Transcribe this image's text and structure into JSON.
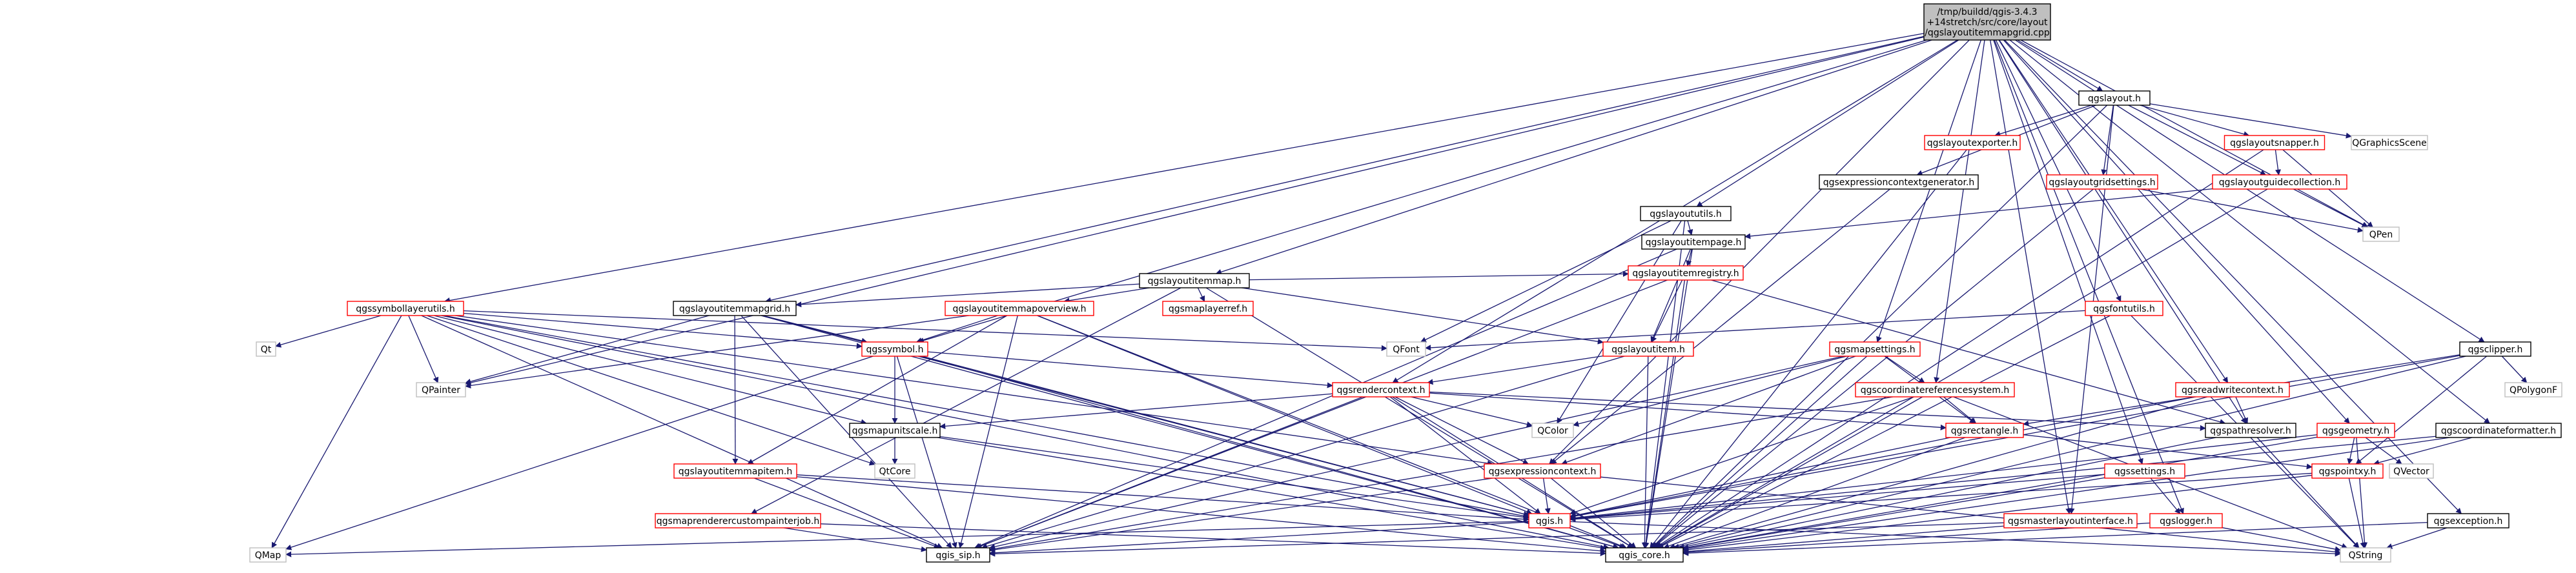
{
  "graph": {
    "nodes": [
      {
        "id": "root",
        "lines": [
          "/tmp/buildd/qgis-3.4.3",
          "+14stretch/src/core/layout",
          "/qgslayoutitemmapgrid.cpp"
        ],
        "kind": "root"
      },
      {
        "id": "qgslayout",
        "lines": [
          "qgslayout.h"
        ],
        "kind": "normal"
      },
      {
        "id": "layoututils",
        "lines": [
          "qgslayoututils.h"
        ],
        "kind": "normal"
      },
      {
        "id": "itemmap",
        "lines": [
          "qgslayoutitemmap.h"
        ],
        "kind": "normal"
      },
      {
        "id": "itemmapgrid",
        "lines": [
          "qgslayoutitemmapgrid.h"
        ],
        "kind": "normal"
      },
      {
        "id": "symbollayerutils",
        "lines": [
          "qgssymbollayerutils.h"
        ],
        "kind": "red"
      },
      {
        "id": "exporter",
        "lines": [
          "qgslayoutexporter.h"
        ],
        "kind": "red"
      },
      {
        "id": "snapper",
        "lines": [
          "qgslayoutsnapper.h"
        ],
        "kind": "red"
      },
      {
        "id": "graphicsscene",
        "lines": [
          "QGraphicsScene"
        ],
        "kind": "gray"
      },
      {
        "id": "exprgen",
        "lines": [
          "qgsexpressioncontextgenerator.h"
        ],
        "kind": "normal"
      },
      {
        "id": "gridsettings",
        "lines": [
          "qgslayoutgridsettings.h"
        ],
        "kind": "red"
      },
      {
        "id": "guidecoll",
        "lines": [
          "qgslayoutguidecollection.h"
        ],
        "kind": "red"
      },
      {
        "id": "qpen",
        "lines": [
          "QPen"
        ],
        "kind": "gray"
      },
      {
        "id": "itempage",
        "lines": [
          "qgslayoutitempage.h"
        ],
        "kind": "normal"
      },
      {
        "id": "itemregistry",
        "lines": [
          "qgslayoutitemregistry.h"
        ],
        "kind": "red"
      },
      {
        "id": "qfont",
        "lines": [
          "QFont"
        ],
        "kind": "gray"
      },
      {
        "id": "layoutitem",
        "lines": [
          "qgslayoutitem.h"
        ],
        "kind": "red"
      },
      {
        "id": "maplayerref",
        "lines": [
          "qgsmaplayerref.h"
        ],
        "kind": "red"
      },
      {
        "id": "overview",
        "lines": [
          "qgslayoutitemmapoverview.h"
        ],
        "kind": "red"
      },
      {
        "id": "fontutils",
        "lines": [
          "qgsfontutils.h"
        ],
        "kind": "red"
      },
      {
        "id": "qt",
        "lines": [
          "Qt"
        ],
        "kind": "gray"
      },
      {
        "id": "symbol",
        "lines": [
          "qgssymbol.h"
        ],
        "kind": "red"
      },
      {
        "id": "qpainter",
        "lines": [
          "QPainter"
        ],
        "kind": "gray"
      },
      {
        "id": "mapsettings",
        "lines": [
          "qgsmapsettings.h"
        ],
        "kind": "red"
      },
      {
        "id": "rendercontext",
        "lines": [
          "qgsrendercontext.h"
        ],
        "kind": "red"
      },
      {
        "id": "crs",
        "lines": [
          "qgscoordinatereferencesystem.h"
        ],
        "kind": "red"
      },
      {
        "id": "readwritectx",
        "lines": [
          "qgsreadwritecontext.h"
        ],
        "kind": "red"
      },
      {
        "id": "clipper",
        "lines": [
          "qgsclipper.h"
        ],
        "kind": "normal"
      },
      {
        "id": "qpolygonf",
        "lines": [
          "QPolygonF"
        ],
        "kind": "gray"
      },
      {
        "id": "qcolor",
        "lines": [
          "QColor"
        ],
        "kind": "gray"
      },
      {
        "id": "rectangle",
        "lines": [
          "qgsrectangle.h"
        ],
        "kind": "red"
      },
      {
        "id": "pathresolver",
        "lines": [
          "qgspathresolver.h"
        ],
        "kind": "normal"
      },
      {
        "id": "mapunitscale",
        "lines": [
          "qgsmapunitscale.h"
        ],
        "kind": "normal"
      },
      {
        "id": "coordformatter",
        "lines": [
          "qgscoordinateformatter.h"
        ],
        "kind": "normal"
      },
      {
        "id": "geometry",
        "lines": [
          "qgsgeometry.h"
        ],
        "kind": "red"
      },
      {
        "id": "qtcore",
        "lines": [
          "QtCore"
        ],
        "kind": "gray"
      },
      {
        "id": "mapitem",
        "lines": [
          "qgslayoutitemmapitem.h"
        ],
        "kind": "red"
      },
      {
        "id": "exprctx",
        "lines": [
          "qgsexpressioncontext.h"
        ],
        "kind": "red"
      },
      {
        "id": "settings",
        "lines": [
          "qgssettings.h"
        ],
        "kind": "red"
      },
      {
        "id": "pointxy",
        "lines": [
          "qgspointxy.h"
        ],
        "kind": "red"
      },
      {
        "id": "qvector",
        "lines": [
          "QVector"
        ],
        "kind": "gray"
      },
      {
        "id": "qgis",
        "lines": [
          "qgis.h"
        ],
        "kind": "red"
      },
      {
        "id": "customjob",
        "lines": [
          "qgsmaprenderercustompainterjob.h"
        ],
        "kind": "red"
      },
      {
        "id": "masterlayout",
        "lines": [
          "qgsmasterlayoutinterface.h"
        ],
        "kind": "red"
      },
      {
        "id": "logger",
        "lines": [
          "qgslogger.h"
        ],
        "kind": "red"
      },
      {
        "id": "exception",
        "lines": [
          "qgsexception.h"
        ],
        "kind": "normal"
      },
      {
        "id": "qmap",
        "lines": [
          "QMap"
        ],
        "kind": "gray"
      },
      {
        "id": "qgissip",
        "lines": [
          "qgis_sip.h"
        ],
        "kind": "normal"
      },
      {
        "id": "qgiscore",
        "lines": [
          "qgis_core.h"
        ],
        "kind": "normal"
      },
      {
        "id": "qstring",
        "lines": [
          "QString"
        ],
        "kind": "gray"
      }
    ],
    "edges": [
      [
        "root",
        "qgslayout"
      ],
      [
        "root",
        "layoututils"
      ],
      [
        "root",
        "itemmap"
      ],
      [
        "root",
        "itemmapgrid"
      ],
      [
        "root",
        "symbollayerutils"
      ],
      [
        "root",
        "qpainter"
      ],
      [
        "root",
        "qpen"
      ],
      [
        "root",
        "fontutils"
      ],
      [
        "root",
        "symbol"
      ],
      [
        "root",
        "rendercontext"
      ],
      [
        "root",
        "mapsettings"
      ],
      [
        "root",
        "crs"
      ],
      [
        "root",
        "readwritectx"
      ],
      [
        "root",
        "clipper"
      ],
      [
        "root",
        "coordformatter"
      ],
      [
        "root",
        "geometry"
      ],
      [
        "root",
        "exprctx"
      ],
      [
        "root",
        "settings"
      ],
      [
        "root",
        "logger"
      ],
      [
        "root",
        "exception"
      ],
      [
        "root",
        "masterlayout"
      ],
      [
        "root",
        "pathresolver"
      ],
      [
        "qgslayout",
        "exporter"
      ],
      [
        "qgslayout",
        "snapper"
      ],
      [
        "qgslayout",
        "graphicsscene"
      ],
      [
        "qgslayout",
        "exprgen"
      ],
      [
        "qgslayout",
        "gridsettings"
      ],
      [
        "qgslayout",
        "guidecoll"
      ],
      [
        "qgslayout",
        "masterlayout"
      ],
      [
        "qgslayout",
        "qgiscore"
      ],
      [
        "snapper",
        "guidecoll"
      ],
      [
        "snapper",
        "qpen"
      ],
      [
        "snapper",
        "qgiscore"
      ],
      [
        "exporter",
        "qgiscore"
      ],
      [
        "gridsettings",
        "qpen"
      ],
      [
        "gridsettings",
        "qgiscore"
      ],
      [
        "guidecoll",
        "qpen"
      ],
      [
        "guidecoll",
        "itempage"
      ],
      [
        "guidecoll",
        "qgiscore"
      ],
      [
        "exprgen",
        "exprctx"
      ],
      [
        "layoututils",
        "itempage"
      ],
      [
        "layoututils",
        "qfont"
      ],
      [
        "layoututils",
        "qgiscore"
      ],
      [
        "layoututils",
        "qcolor"
      ],
      [
        "itempage",
        "itemregistry"
      ],
      [
        "itempage",
        "layoutitem"
      ],
      [
        "itempage",
        "qgissip"
      ],
      [
        "itempage",
        "qgiscore"
      ],
      [
        "itemregistry",
        "layoutitem"
      ],
      [
        "itemregistry",
        "pathresolver"
      ],
      [
        "itemregistry",
        "qgiscore"
      ],
      [
        "itemregistry",
        "qgissip"
      ],
      [
        "layoutitem",
        "rendercontext"
      ],
      [
        "layoutitem",
        "qgiscore"
      ],
      [
        "layoutitem",
        "qgissip"
      ],
      [
        "itemmap",
        "itemregistry"
      ],
      [
        "itemmap",
        "layoutitem"
      ],
      [
        "itemmap",
        "maplayerref"
      ],
      [
        "itemmap",
        "overview"
      ],
      [
        "itemmap",
        "itemmapgrid"
      ],
      [
        "itemmap",
        "qgiscore"
      ],
      [
        "itemmap",
        "customjob"
      ],
      [
        "overview",
        "mapitem"
      ],
      [
        "overview",
        "symbol"
      ],
      [
        "overview",
        "qpainter"
      ],
      [
        "overview",
        "qgiscore"
      ],
      [
        "overview",
        "qgis"
      ],
      [
        "overview",
        "qgissip"
      ],
      [
        "itemmapgrid",
        "mapitem"
      ],
      [
        "itemmapgrid",
        "symbol"
      ],
      [
        "itemmapgrid",
        "qpainter"
      ],
      [
        "itemmapgrid",
        "qgiscore"
      ],
      [
        "itemmapgrid",
        "qgissip"
      ],
      [
        "itemmapgrid",
        "qgis"
      ],
      [
        "symbollayerutils",
        "qt"
      ],
      [
        "symbollayerutils",
        "qmap"
      ],
      [
        "symbollayerutils",
        "qgissip"
      ],
      [
        "symbollayerutils",
        "qgiscore"
      ],
      [
        "symbollayerutils",
        "symbol"
      ],
      [
        "symbollayerutils",
        "qpainter"
      ],
      [
        "symbollayerutils",
        "qfont"
      ],
      [
        "symbollayerutils",
        "qtcore"
      ],
      [
        "symbollayerutils",
        "mapunitscale"
      ],
      [
        "symbollayerutils",
        "exprctx"
      ],
      [
        "symbollayerutils",
        "qgis"
      ],
      [
        "fontutils",
        "qfont"
      ],
      [
        "fontutils",
        "qgiscore"
      ],
      [
        "fontutils",
        "qstring"
      ],
      [
        "symbol",
        "rendercontext"
      ],
      [
        "symbol",
        "mapunitscale"
      ],
      [
        "symbol",
        "qgiscore"
      ],
      [
        "symbol",
        "qgis"
      ],
      [
        "symbol",
        "qmap"
      ],
      [
        "symbol",
        "qgissip"
      ],
      [
        "mapsettings",
        "crs"
      ],
      [
        "mapsettings",
        "rectangle"
      ],
      [
        "mapsettings",
        "qgiscore"
      ],
      [
        "mapsettings",
        "exprctx"
      ],
      [
        "mapsettings",
        "qcolor"
      ],
      [
        "mapsettings",
        "qgissip"
      ],
      [
        "rendercontext",
        "qcolor"
      ],
      [
        "rendercontext",
        "mapunitscale"
      ],
      [
        "rendercontext",
        "rectangle"
      ],
      [
        "rendercontext",
        "exprctx"
      ],
      [
        "rendercontext",
        "qgiscore"
      ],
      [
        "rendercontext",
        "qgissip"
      ],
      [
        "rendercontext",
        "qgis"
      ],
      [
        "rendercontext",
        "pathresolver"
      ],
      [
        "crs",
        "rectangle"
      ],
      [
        "crs",
        "qgiscore"
      ],
      [
        "crs",
        "qgis"
      ],
      [
        "crs",
        "qgissip"
      ],
      [
        "crs",
        "qstring"
      ],
      [
        "readwritectx",
        "pathresolver"
      ],
      [
        "readwritectx",
        "qgiscore"
      ],
      [
        "readwritectx",
        "qgis"
      ],
      [
        "clipper",
        "qpolygonf"
      ],
      [
        "clipper",
        "pointxy"
      ],
      [
        "clipper",
        "rectangle"
      ],
      [
        "clipper",
        "qgiscore"
      ],
      [
        "clipper",
        "qgis"
      ],
      [
        "rectangle",
        "qgiscore"
      ],
      [
        "rectangle",
        "qgis"
      ],
      [
        "rectangle",
        "pointxy"
      ],
      [
        "pathresolver",
        "qgiscore"
      ],
      [
        "pathresolver",
        "qstring"
      ],
      [
        "mapunitscale",
        "qtcore"
      ],
      [
        "mapunitscale",
        "qgiscore"
      ],
      [
        "mapunitscale",
        "qgis"
      ],
      [
        "coordformatter",
        "pointxy"
      ],
      [
        "coordformatter",
        "qgiscore"
      ],
      [
        "coordformatter",
        "qgis"
      ],
      [
        "geometry",
        "pointxy"
      ],
      [
        "geometry",
        "qvector"
      ],
      [
        "geometry",
        "qgiscore"
      ],
      [
        "geometry",
        "qgis"
      ],
      [
        "geometry",
        "qstring"
      ],
      [
        "mapitem",
        "qgiscore"
      ],
      [
        "mapitem",
        "qgissip"
      ],
      [
        "mapitem",
        "qgis"
      ],
      [
        "exprctx",
        "qgis"
      ],
      [
        "exprctx",
        "qgiscore"
      ],
      [
        "exprctx",
        "qstring"
      ],
      [
        "exprctx",
        "qgissip"
      ],
      [
        "settings",
        "logger"
      ],
      [
        "settings",
        "qgiscore"
      ],
      [
        "settings",
        "qgis"
      ],
      [
        "pointxy",
        "qgiscore"
      ],
      [
        "pointxy",
        "qstring"
      ],
      [
        "pointxy",
        "qgis"
      ],
      [
        "qgis",
        "qgissip"
      ],
      [
        "qgis",
        "qgiscore"
      ],
      [
        "qgis",
        "qstring"
      ],
      [
        "qgis",
        "qmap"
      ],
      [
        "customjob",
        "qgiscore"
      ],
      [
        "customjob",
        "qgissip"
      ],
      [
        "masterlayout",
        "qgiscore"
      ],
      [
        "masterlayout",
        "qgissip"
      ],
      [
        "logger",
        "qgiscore"
      ],
      [
        "logger",
        "qstring"
      ],
      [
        "exception",
        "qgiscore"
      ],
      [
        "exception",
        "qstring"
      ]
    ]
  },
  "colors": {
    "root_fill": "#bfbfbf",
    "normal_border": "#000000",
    "red_border": "#ff0000",
    "gray_border": "#bfbfbf",
    "edge": "#191970",
    "text": "#000000"
  }
}
